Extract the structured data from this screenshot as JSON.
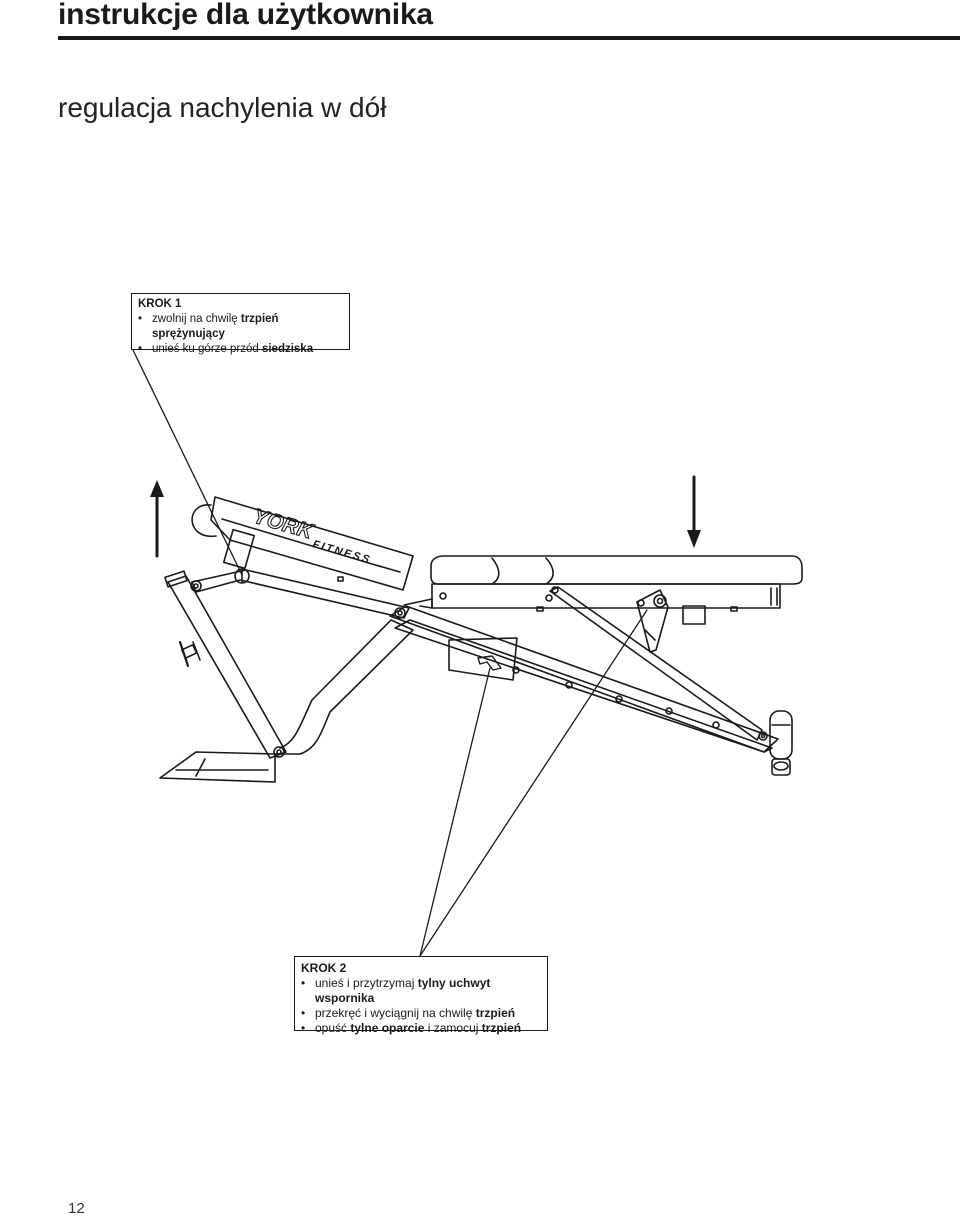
{
  "header": {
    "title": "instrukcje dla użytkownika"
  },
  "section": {
    "title": "regulacja nachylenia w dół"
  },
  "step1": {
    "title": "KROK 1",
    "items": [
      {
        "pre": "zwolnij na chwilę ",
        "bold": "trzpień sprężynujący",
        "post": ""
      },
      {
        "pre": "unieś ku górze przód ",
        "bold": "siedziska",
        "post": ""
      }
    ]
  },
  "step2": {
    "title": "KROK 2",
    "items": [
      {
        "pre": "unieś i przytrzymaj ",
        "bold": "tylny uchwyt wspornika",
        "post": ""
      },
      {
        "pre": "przekręć i wyciągnij na chwilę ",
        "bold": "trzpień",
        "post": ""
      },
      {
        "pre": "opuść ",
        "bold": "tylne oparcie",
        "post": " i zamocuj ",
        "bold2": "trzpień"
      }
    ]
  },
  "logo": {
    "brand": "YORK",
    "sub": "FITNESS"
  },
  "page": {
    "number": "12"
  }
}
